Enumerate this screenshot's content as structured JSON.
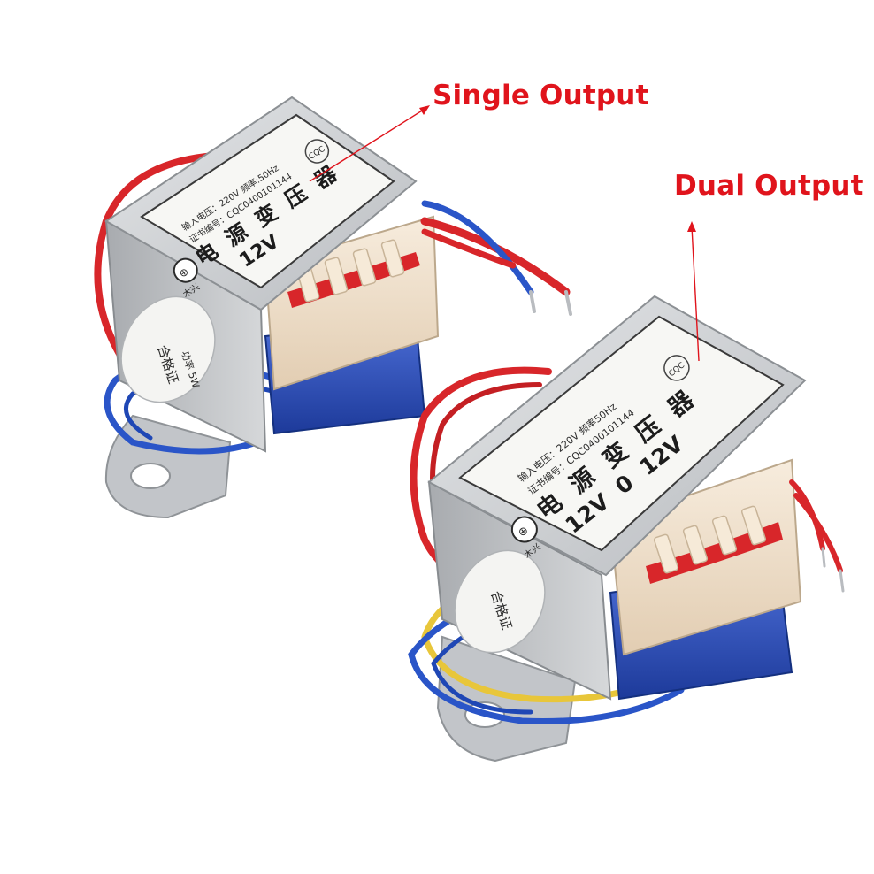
{
  "callouts": {
    "single": "Single Output",
    "dual": "Dual Output"
  },
  "transformer_single": {
    "title_chars": [
      "电",
      "源",
      "变",
      "压",
      "器"
    ],
    "voltage": "12V",
    "input_line": "输入电压：220V  频率:50Hz",
    "cert_line": "证书编号：CQC0400101144",
    "brand": "木兴",
    "sticker_title": "合格证",
    "sticker_power": "功率 5W",
    "cqc_mark": "CQC"
  },
  "transformer_dual": {
    "title_chars": [
      "电",
      "源",
      "变",
      "压",
      "器"
    ],
    "voltage": "12V  0  12V",
    "input_line": "输入电压：220V  频率50Hz",
    "cert_line": "证书编号：CQC0400101144",
    "brand": "木兴",
    "sticker_title": "合格证",
    "cqc_mark": "CQC"
  },
  "colors": {
    "callout_red": "#e0141c",
    "wire_red": "#d8262a",
    "wire_blue": "#2a55c8",
    "wire_yellow": "#e8c63a",
    "steel": "#c9cbce",
    "bobbin": "#f1e3cf"
  }
}
